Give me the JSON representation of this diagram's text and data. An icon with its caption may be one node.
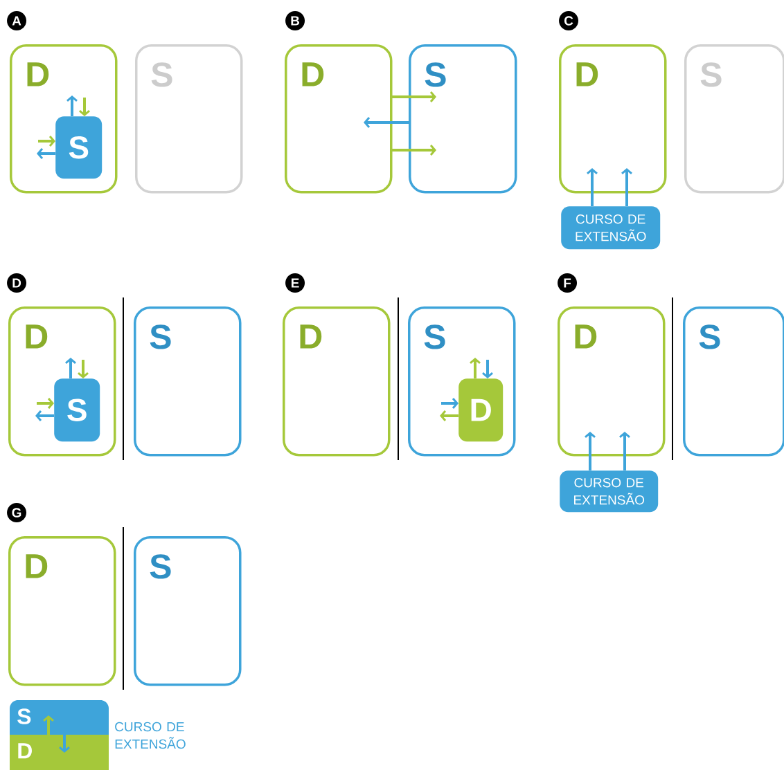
{
  "diagram": {
    "nodes": [
      {
        "text": [
          "A"
        ]
      },
      {
        "text": [
          "D"
        ]
      },
      {
        "text": [
          "S"
        ],
        "in": 1
      },
      {
        "text": [
          "S"
        ]
      },
      {
        "text": [
          "B"
        ]
      },
      {
        "text": [
          "D"
        ]
      },
      {
        "text": [
          "S"
        ]
      },
      {
        "text": [
          "C"
        ]
      },
      {
        "text": [
          "D"
        ]
      },
      {
        "text": [
          "S"
        ]
      },
      {
        "text": [
          "CURSO DE EXTENSÃO"
        ]
      },
      {
        "text": [
          "D"
        ]
      },
      {
        "text": [
          "D"
        ]
      },
      {
        "text": [
          "S"
        ],
        "in": 12
      },
      {
        "text": [
          "S"
        ]
      },
      {
        "text": [
          "E"
        ]
      },
      {
        "text": [
          "D"
        ]
      },
      {
        "text": [
          "S"
        ]
      },
      {
        "text": [
          "D"
        ],
        "in": 17
      },
      {
        "text": [
          "F"
        ]
      },
      {
        "text": [
          "D"
        ]
      },
      {
        "text": [
          "S"
        ]
      },
      {
        "text": [
          "CURSO DE EXTENSÃO"
        ]
      },
      {
        "text": [
          "G"
        ]
      },
      {
        "text": [
          "D"
        ]
      },
      {
        "text": [
          "S"
        ]
      },
      {
        "text": [
          "S"
        ]
      },
      {
        "text": [
          "D"
        ]
      }
    ],
    "edges": [
      {
        "from": 2,
        "to": null,
        "arrow": "to",
        "color": "#3ea4da"
      },
      {
        "from": null,
        "to": 2,
        "arrow": "to",
        "color": "#a5c83a"
      },
      {
        "from": null,
        "to": 2,
        "arrow": "to",
        "color": "#a5c83a"
      },
      {
        "from": 2,
        "to": null,
        "arrow": "to",
        "color": "#3ea4da"
      },
      {
        "from": 5,
        "to": 6,
        "arrow": "to",
        "color": "#a5c83a"
      },
      {
        "from": 6,
        "to": 5,
        "arrow": "to",
        "color": "#3ea4da"
      },
      {
        "from": 5,
        "to": 6,
        "arrow": "to",
        "color": "#a5c83a"
      },
      {
        "from": 10,
        "to": 8,
        "arrow": "to",
        "color": "#3ea4da"
      },
      {
        "from": 10,
        "to": 8,
        "arrow": "to",
        "color": "#3ea4da"
      },
      {
        "from": 13,
        "to": null,
        "arrow": "to",
        "color": "#3ea4da"
      },
      {
        "from": null,
        "to": 13,
        "arrow": "to",
        "color": "#a5c83a"
      },
      {
        "from": null,
        "to": 13,
        "arrow": "to",
        "color": "#a5c83a"
      },
      {
        "from": 13,
        "to": null,
        "arrow": "to",
        "color": "#3ea4da"
      },
      {
        "from": 18,
        "to": null,
        "arrow": "to",
        "color": "#a5c83a"
      },
      {
        "from": null,
        "to": 18,
        "arrow": "to",
        "color": "#3ea4da"
      },
      {
        "from": null,
        "to": 18,
        "arrow": "to",
        "color": "#3ea4da"
      },
      {
        "from": 18,
        "to": null,
        "arrow": "to",
        "color": "#a5c83a"
      },
      {
        "from": 22,
        "to": 20,
        "arrow": "to",
        "color": "#3ea4da"
      },
      {
        "from": 22,
        "to": 20,
        "arrow": "to",
        "color": "#3ea4da"
      },
      {
        "from": 27,
        "to": 26,
        "arrow": "to",
        "color": "#a5c83a"
      },
      {
        "from": 26,
        "to": 27,
        "arrow": "to",
        "color": "#3ea4da"
      }
    ],
    "labels": [
      "CURSO DE EXTENSÃO"
    ]
  }
}
